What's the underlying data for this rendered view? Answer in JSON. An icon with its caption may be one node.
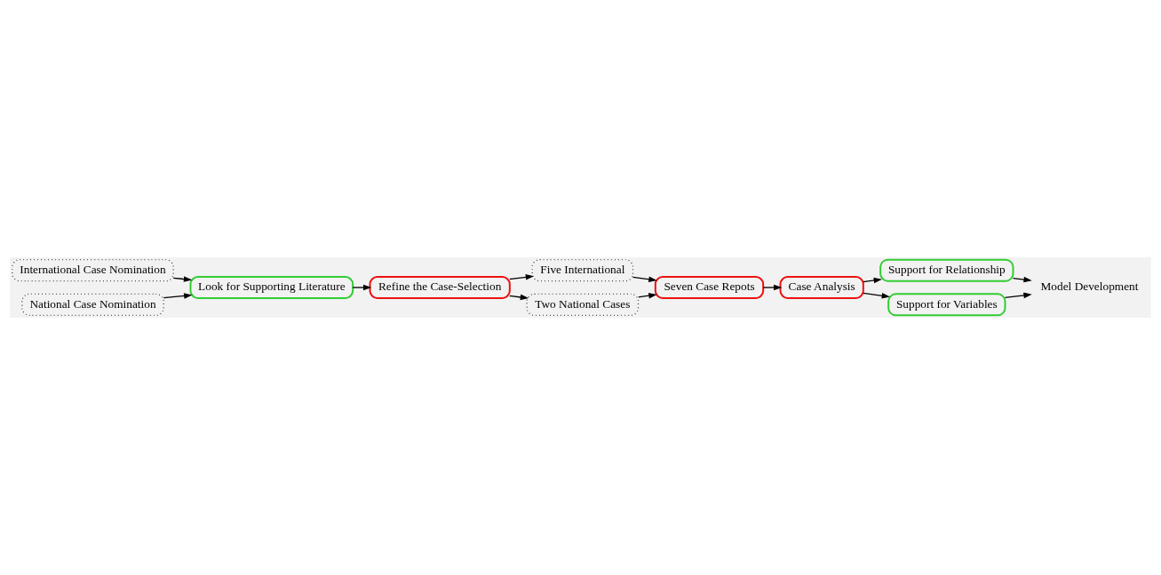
{
  "diagram": {
    "nodes": [
      {
        "text": [
          "International Case Nomination"
        ]
      },
      {
        "text": [
          "National Case Nomination"
        ]
      },
      {
        "text": [
          "Look for Supporting Literature"
        ]
      },
      {
        "text": [
          "Refine the Case-Selection"
        ]
      },
      {
        "text": [
          "Five International"
        ]
      },
      {
        "text": [
          "Two National Cases"
        ]
      },
      {
        "text": [
          "Seven Case Repots"
        ]
      },
      {
        "text": [
          "Case Analysis"
        ]
      },
      {
        "text": [
          "Support for Relationship"
        ]
      },
      {
        "text": [
          "Support for Variables"
        ]
      },
      {
        "text": [
          "Model Development"
        ]
      }
    ],
    "edges": [
      {
        "from": 0,
        "to": 2,
        "arrow": "to"
      },
      {
        "from": 1,
        "to": 2,
        "arrow": "to"
      },
      {
        "from": 2,
        "to": 3,
        "arrow": "to"
      },
      {
        "from": 3,
        "to": 4,
        "arrow": "to"
      },
      {
        "from": 3,
        "to": 5,
        "arrow": "to"
      },
      {
        "from": 4,
        "to": 6,
        "arrow": "to"
      },
      {
        "from": 5,
        "to": 6,
        "arrow": "to"
      },
      {
        "from": 6,
        "to": 7,
        "arrow": "to"
      },
      {
        "from": 7,
        "to": 8,
        "arrow": "to"
      },
      {
        "from": 7,
        "to": 9,
        "arrow": "to"
      },
      {
        "from": 8,
        "to": 10,
        "arrow": "to"
      },
      {
        "from": 9,
        "to": 10,
        "arrow": "to"
      }
    ]
  }
}
